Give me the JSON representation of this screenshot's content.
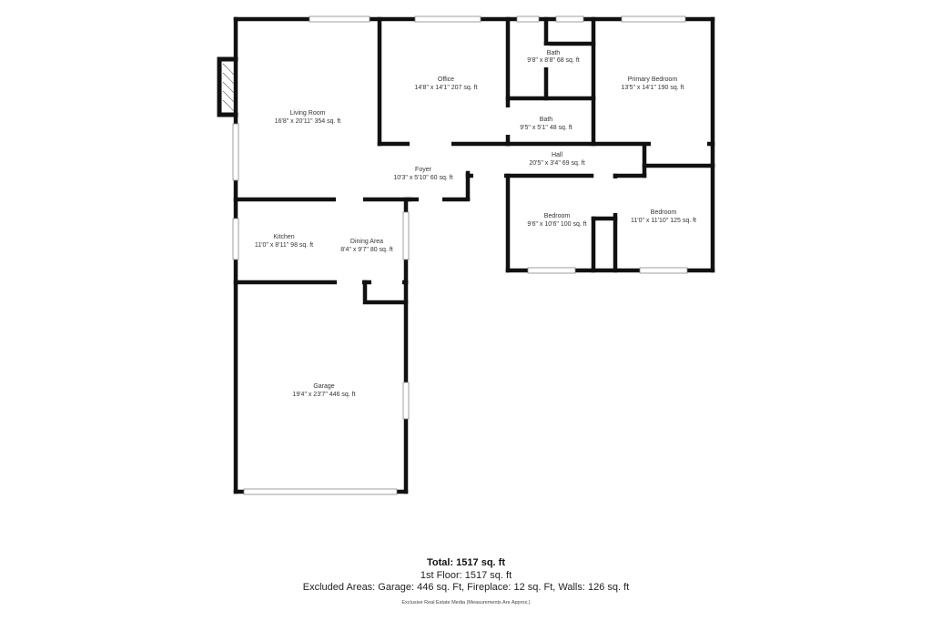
{
  "rooms": {
    "living_room": {
      "name": "Living Room",
      "dims": "16'8\" x 20'11\" 354 sq. ft"
    },
    "office": {
      "name": "Office",
      "dims": "14'8\" x 14'1\" 207 sq. ft"
    },
    "bath_top": {
      "name": "Bath",
      "dims": "9'8\" x 8'8\" 68 sq. ft"
    },
    "primary_bedroom": {
      "name": "Primary Bedroom",
      "dims": "13'5\" x 14'1\" 190 sq. ft"
    },
    "bath_mid": {
      "name": "Bath",
      "dims": "9'5\" x 5'1\" 48 sq. ft"
    },
    "foyer": {
      "name": "Foyer",
      "dims": "10'3\" x 5'10\" 60 sq. ft"
    },
    "hall": {
      "name": "Hall",
      "dims": "20'5\" x 3'4\" 69 sq. ft"
    },
    "kitchen": {
      "name": "Kitchen",
      "dims": "11'0\" x 8'11\" 98 sq. ft"
    },
    "dining_area": {
      "name": "Dining Area",
      "dims": "8'4\" x 9'7\" 80 sq. ft"
    },
    "bedroom_left": {
      "name": "Bedroom",
      "dims": "9'6\" x 10'6\" 100 sq. ft"
    },
    "bedroom_right": {
      "name": "Bedroom",
      "dims": "11'0\" x 11'10\" 125 sq. ft"
    },
    "garage": {
      "name": "Garage",
      "dims": "19'4\" x 23'7\" 446 sq. ft"
    }
  },
  "summary": {
    "total": "Total: 1517 sq. ft",
    "floor": "1st Floor: 1517 sq. ft",
    "excluded": "Excluded Areas: Garage: 446 sq. Ft, Fireplace: 12 sq. Ft, Walls: 126 sq. ft",
    "credit": "Exclusive Real Estate Media (Measurements Are Approx.)"
  },
  "colors": {
    "wall": "#111111",
    "window": "#9a9a9a",
    "background": "#ffffff"
  }
}
